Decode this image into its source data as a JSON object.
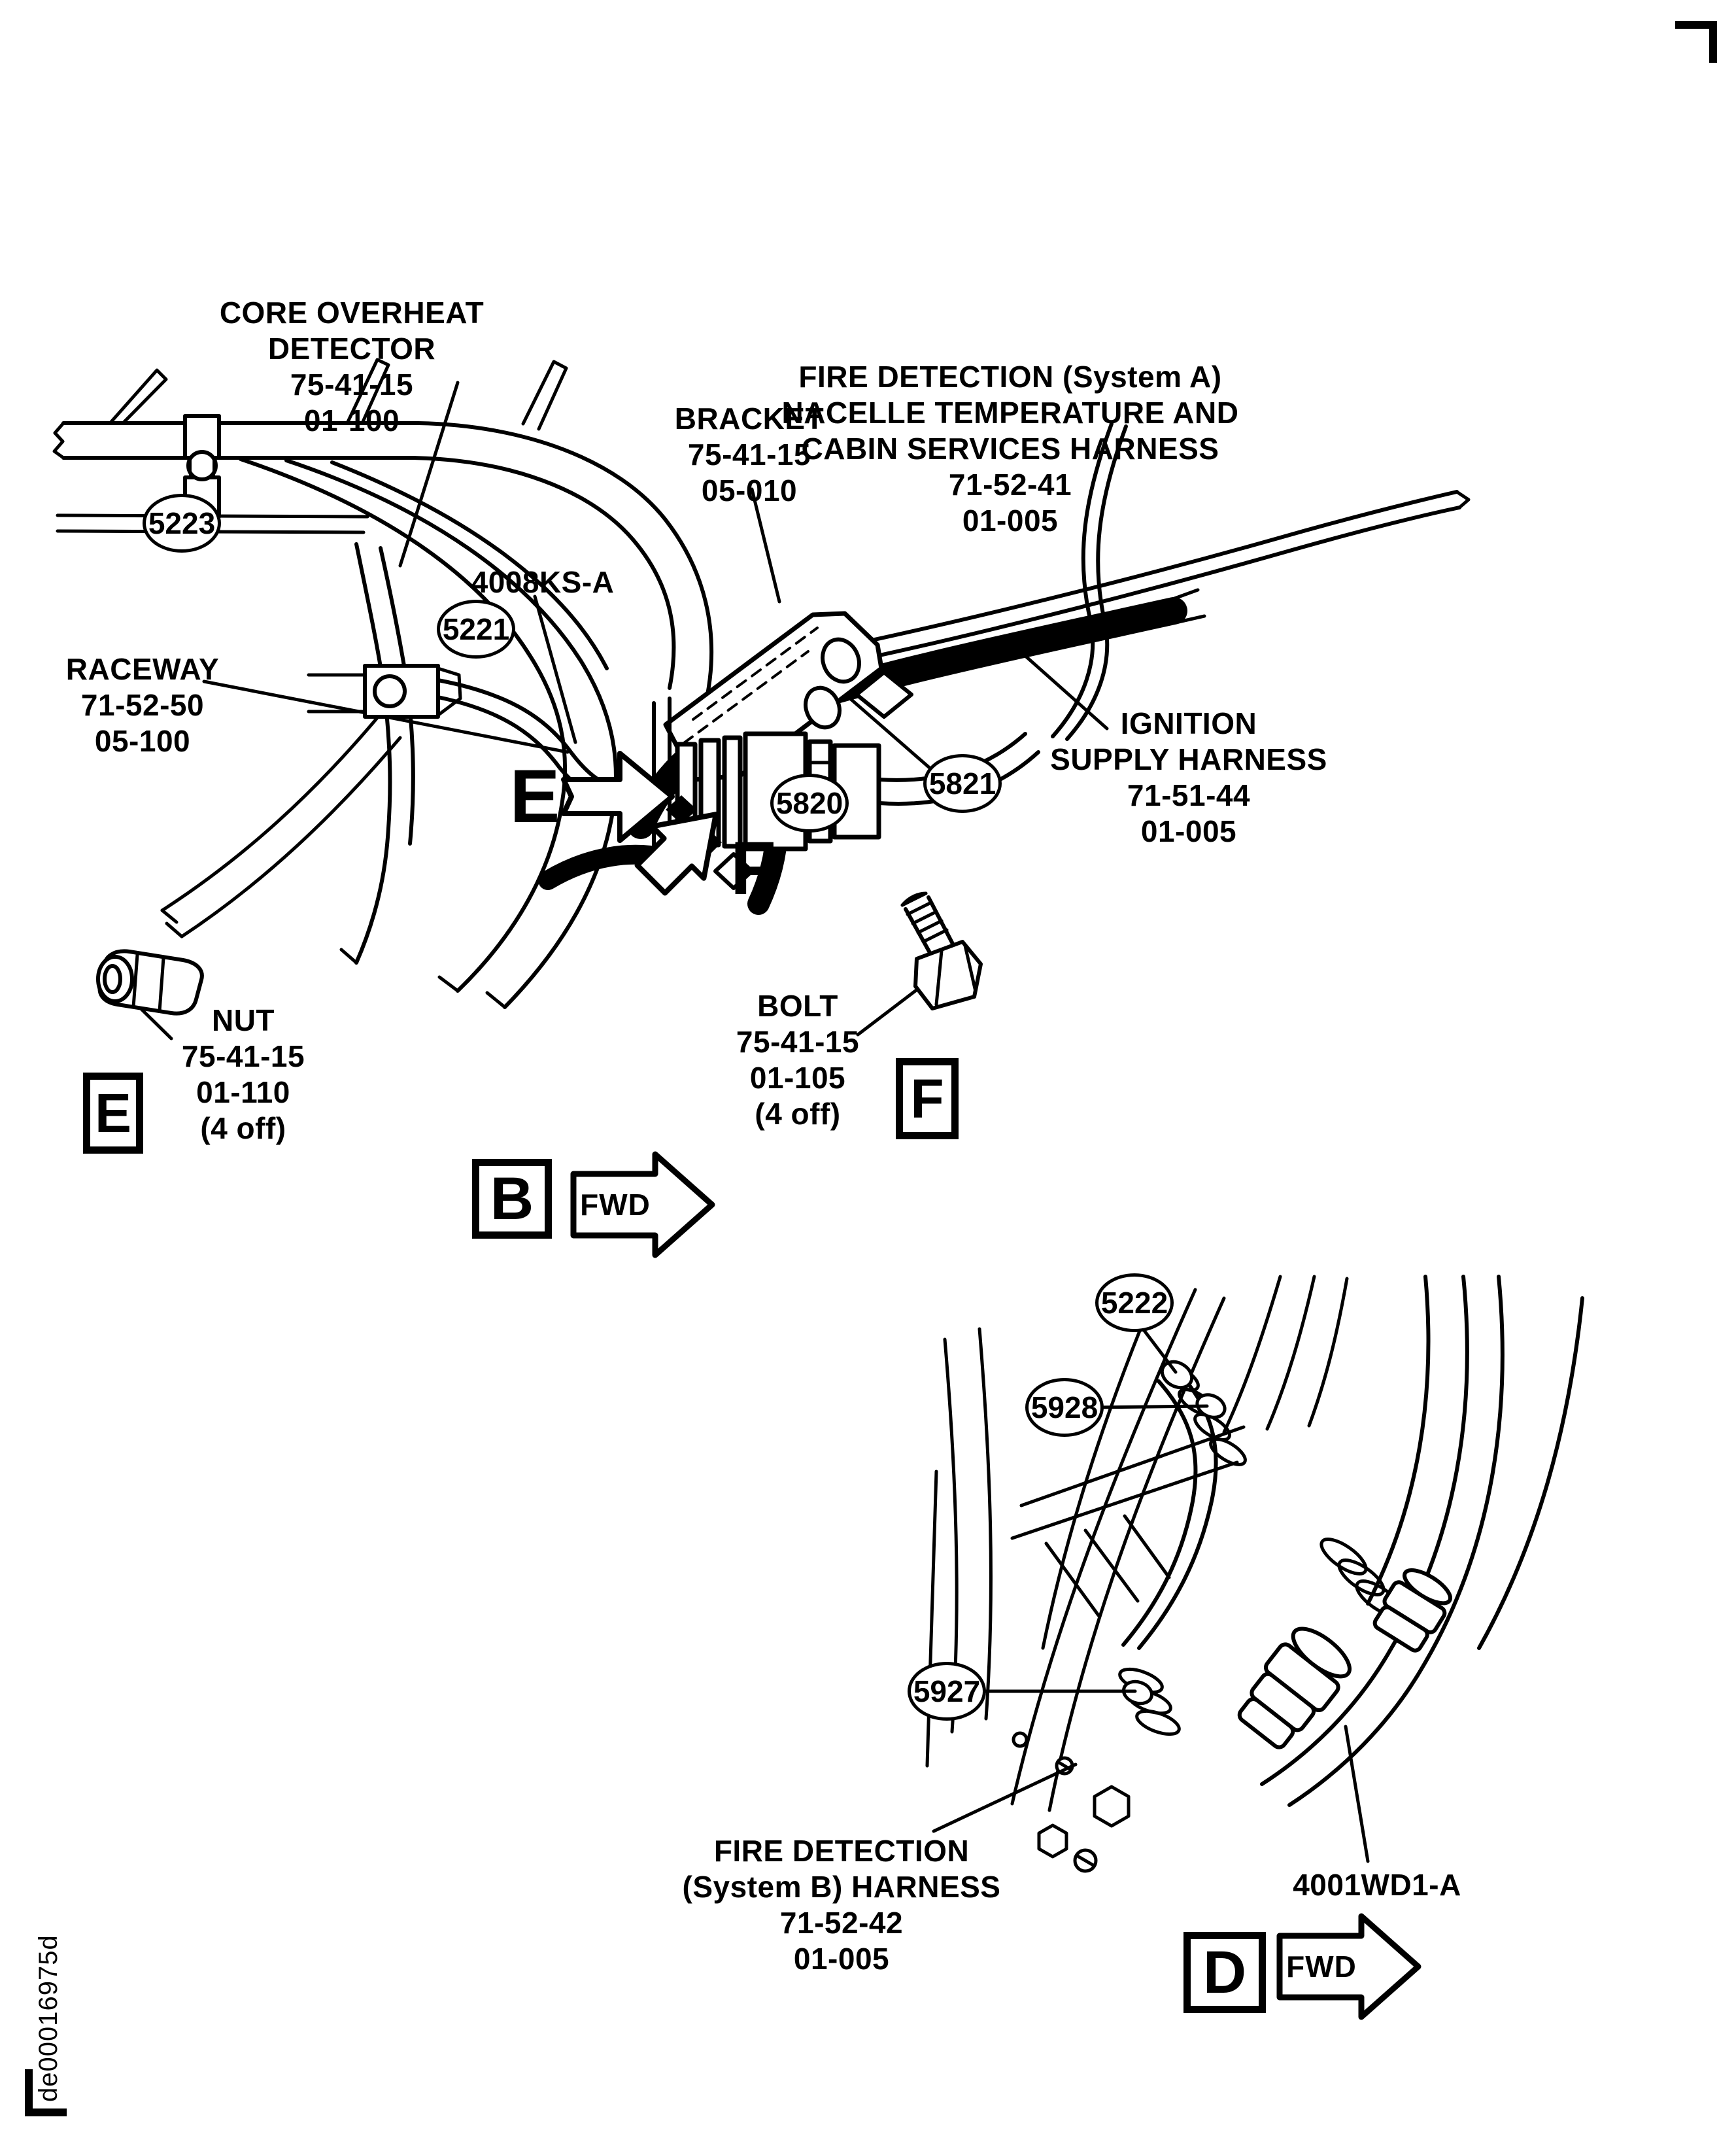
{
  "page": {
    "background": "#ffffff",
    "ink": "#000000",
    "corner_code": "de00016975d"
  },
  "view_b": {
    "detector_label": [
      "CORE OVERHEAT",
      "DETECTOR",
      "75-41-15",
      "01-100"
    ],
    "bracket_label": [
      "BRACKET",
      "75-41-15",
      "05-010"
    ],
    "fire_detection_a_label": [
      "FIRE DETECTION (System A)",
      "NACELLE TEMPERATURE AND",
      "CABIN SERVICES HARNESS",
      "71-52-41",
      "01-005"
    ],
    "connector_id": "4008KS-A",
    "raceway_label": [
      "RACEWAY",
      "71-52-50",
      "05-100"
    ],
    "ignition_label": [
      "IGNITION",
      "SUPPLY HARNESS",
      "71-51-44",
      "01-005"
    ],
    "nut_label": [
      "NUT",
      "75-41-15",
      "01-110",
      "(4 off)"
    ],
    "bolt_label": [
      "BOLT",
      "75-41-15",
      "01-105",
      "(4 off)"
    ],
    "balloons": {
      "b5223": "5223",
      "b5221": "5221",
      "b5820": "5820",
      "b5821": "5821"
    },
    "detail_e": "E",
    "detail_f": "F",
    "view_letter": "B",
    "fwd": "FWD"
  },
  "view_d": {
    "fire_detection_b_label": [
      "FIRE DETECTION",
      "(System B) HARNESS",
      "71-52-42",
      "01-005"
    ],
    "harness_id": "4001WD1-A",
    "balloons": {
      "b5222": "5222",
      "b5928": "5928",
      "b5927": "5927"
    },
    "view_letter": "D",
    "fwd": "FWD"
  }
}
